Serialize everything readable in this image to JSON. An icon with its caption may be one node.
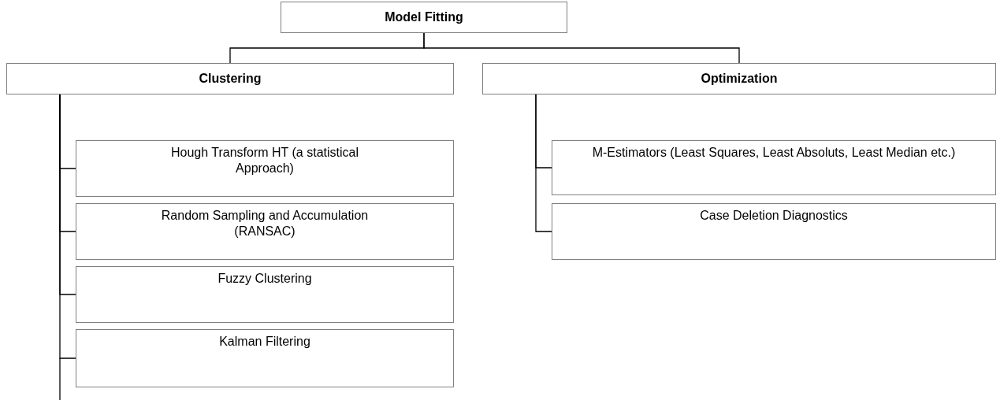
{
  "diagram": {
    "nodes": [
      {
        "text": [
          "Model Fitting"
        ]
      },
      {
        "text": [
          "Clustering"
        ]
      },
      {
        "text": [
          "Optimization"
        ]
      },
      {
        "text": [
          "Hough Transform HT (a statistical Approach)"
        ]
      },
      {
        "text": [
          "Random Sampling and Accumulation (RANSAC)"
        ]
      },
      {
        "text": [
          "Fuzzy Clustering"
        ]
      },
      {
        "text": [
          "Kalman Filtering"
        ]
      },
      {
        "text": [
          "M-Estimators (Least Squares, Least Absoluts, Least Median etc.)"
        ]
      },
      {
        "text": [
          "Case Deletion Diagnostics"
        ]
      }
    ],
    "edges": [
      {
        "from": 0,
        "to": 1,
        "arrow": "none"
      },
      {
        "from": 0,
        "to": 2,
        "arrow": "none"
      },
      {
        "from": 1,
        "to": 3,
        "arrow": "none"
      },
      {
        "from": 1,
        "to": 4,
        "arrow": "none"
      },
      {
        "from": 1,
        "to": 5,
        "arrow": "none"
      },
      {
        "from": 1,
        "to": 6,
        "arrow": "none"
      },
      {
        "from": 2,
        "to": 7,
        "arrow": "none"
      },
      {
        "from": 2,
        "to": 8,
        "arrow": "none"
      }
    ]
  }
}
